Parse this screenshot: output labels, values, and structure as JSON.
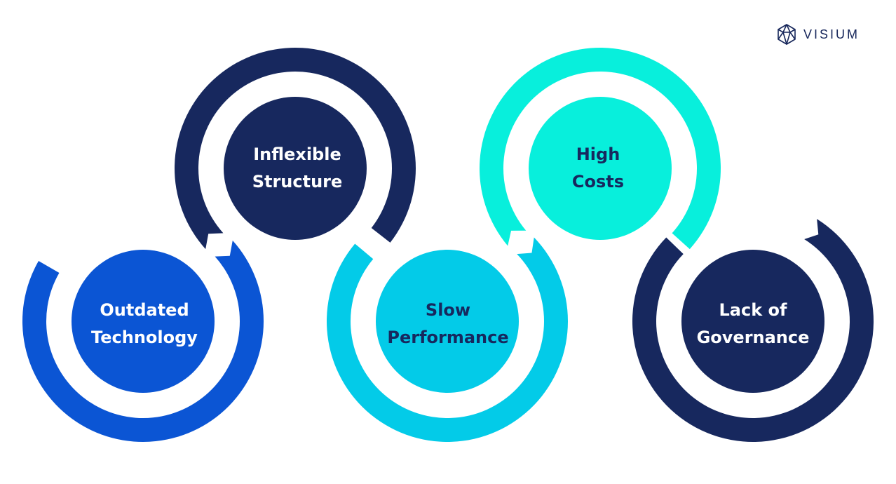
{
  "brand": {
    "name": "VISIUM",
    "logo_icon": "geodesic-hexagon-icon"
  },
  "colors": {
    "navy": "#17285e",
    "royal_blue": "#0b55d4",
    "cyan": "#03cbe8",
    "aqua": "#08efdc",
    "text_light": "#ffffff",
    "text_dark": "#17285e"
  },
  "nodes": [
    {
      "id": "outdated-technology",
      "lines": [
        "Outdated",
        "Technology"
      ],
      "color": "#0b55d4",
      "text_color": "#ffffff"
    },
    {
      "id": "inflexible-structure",
      "lines": [
        "Inflexible",
        "Structure"
      ],
      "color": "#17285e",
      "text_color": "#ffffff"
    },
    {
      "id": "slow-performance",
      "lines": [
        "Slow",
        "Performance"
      ],
      "color": "#03cbe8",
      "text_color": "#17285e"
    },
    {
      "id": "high-costs",
      "lines": [
        "High",
        "Costs"
      ],
      "color": "#08efdc",
      "text_color": "#17285e"
    },
    {
      "id": "lack-of-governance",
      "lines": [
        "Lack of",
        "Governance"
      ],
      "color": "#17285e",
      "text_color": "#ffffff"
    }
  ]
}
